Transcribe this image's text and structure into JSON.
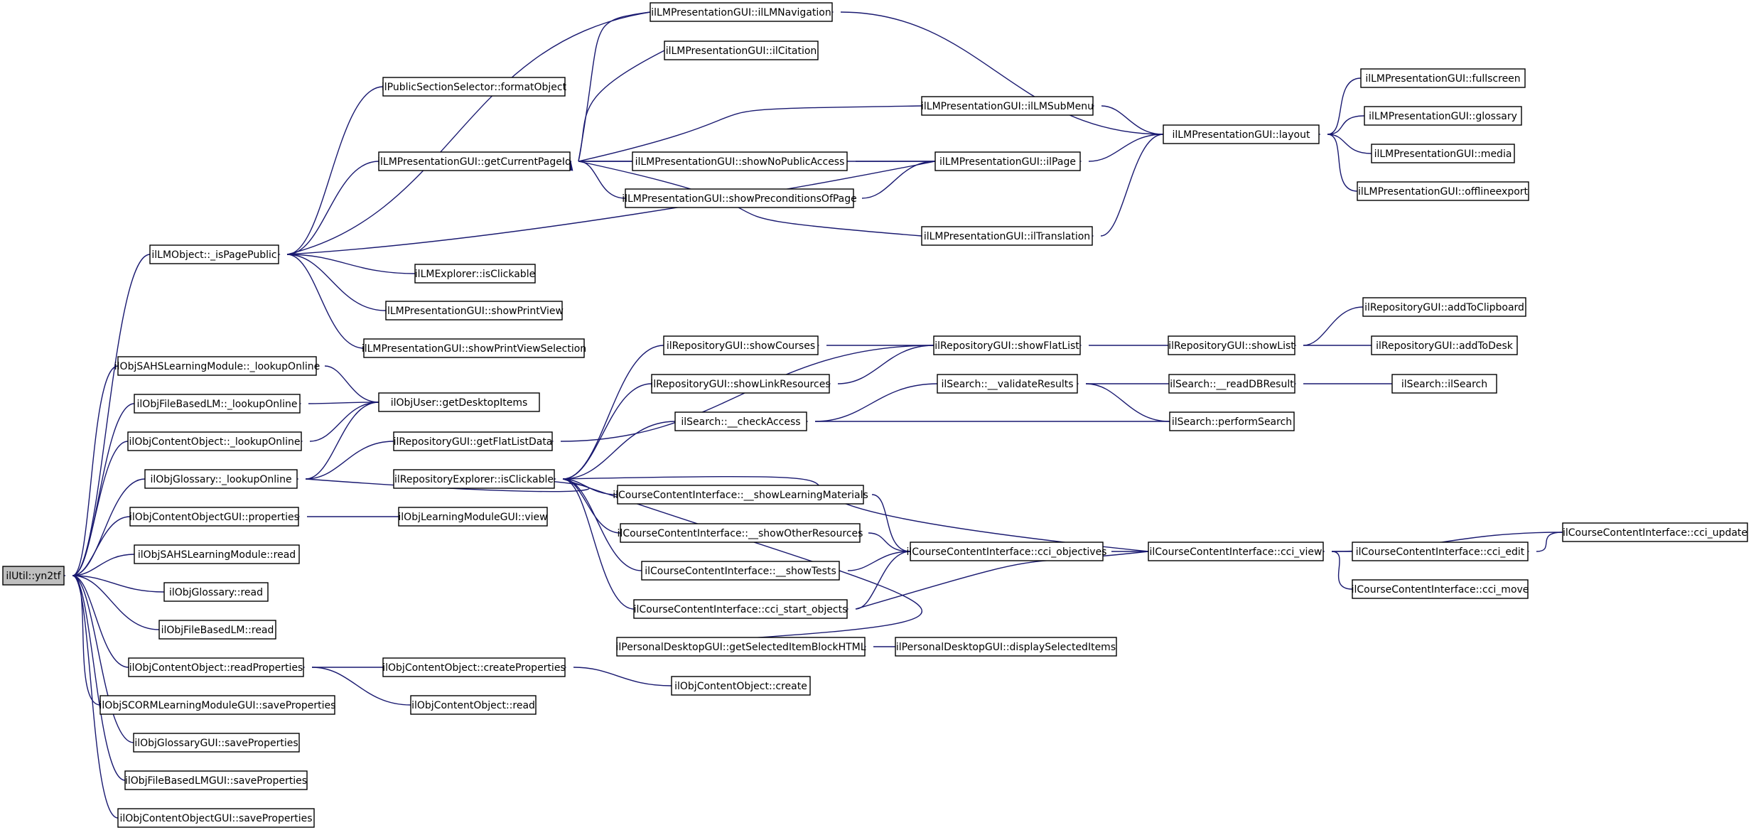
{
  "colors": {
    "edge": "#191970",
    "root_fill": "#bfbfbf",
    "node_fill": "#ffffff",
    "border": "#000000"
  },
  "root": "ilUtil::yn2tf",
  "nodes": [
    "ilUtil::yn2tf",
    "ilLMObject::_isPagePublic",
    "ilObjSAHSLearningModule::_lookupOnline",
    "ilObjFileBasedLM::_lookupOnline",
    "ilObjContentObject::_lookupOnline",
    "ilObjGlossary::_lookupOnline",
    "ilObjContentObjectGUI::properties",
    "ilObjSAHSLearningModule::read",
    "ilObjGlossary::read",
    "ilObjFileBasedLM::read",
    "ilObjContentObject::readProperties",
    "ilObjSCORMLearningModuleGUI::saveProperties",
    "ilObjGlossaryGUI::saveProperties",
    "ilObjFileBasedLMGUI::saveProperties",
    "ilObjContentObjectGUI::saveProperties",
    "ilPublicSectionSelector::formatObject",
    "ilLMPresentationGUI::getCurrentPageId",
    "ilLMExplorer::isClickable",
    "ilLMPresentationGUI::showPrintView",
    "ilLMPresentationGUI::showPrintViewSelection",
    "ilObjUser::getDesktopItems",
    "ilRepositoryGUI::getFlatListData",
    "ilRepositoryExplorer::isClickable",
    "ilObjLearningModuleGUI::view",
    "ilObjContentObject::createProperties",
    "ilObjContentObject::read",
    "ilObjContentObject::create",
    "ilLMPresentationGUI::ilLMNavigation",
    "ilLMPresentationGUI::ilCitation",
    "ilLMPresentationGUI::ilLMSubMenu",
    "ilLMPresentationGUI::showNoPublicAccess",
    "ilLMPresentationGUI::showPreconditionsOfPage",
    "ilLMPresentationGUI::ilPage",
    "ilLMPresentationGUI::ilTranslation",
    "ilLMPresentationGUI::layout",
    "ilLMPresentationGUI::fullscreen",
    "ilLMPresentationGUI::glossary",
    "ilLMPresentationGUI::media",
    "ilLMPresentationGUI::offlineexport",
    "ilRepositoryGUI::showCourses",
    "ilRepositoryGUI::showLinkResources",
    "ilSearch::__checkAccess",
    "ilRepositoryGUI::showFlatList",
    "ilRepositoryGUI::showList",
    "ilRepositoryGUI::addToClipboard",
    "ilRepositoryGUI::addToDesk",
    "ilSearch::__validateResults",
    "ilSearch::__readDBResult",
    "ilSearch::ilSearch",
    "ilSearch::performSearch",
    "ilCourseContentInterface::__showLearningMaterials",
    "ilCourseContentInterface::__showOtherResources",
    "ilCourseContentInterface::__showTests",
    "ilCourseContentInterface::cci_start_objects",
    "ilCourseContentInterface::cci_objectives",
    "ilCourseContentInterface::cci_view",
    "ilCourseContentInterface::cci_edit",
    "ilCourseContentInterface::cci_move",
    "ilCourseContentInterface::cci_update",
    "ilPersonalDesktopGUI::getSelectedItemBlockHTML",
    "ilPersonalDesktopGUI::displaySelectedItems"
  ],
  "edges": [
    [
      "ilLMObject::_isPagePublic",
      "ilUtil::yn2tf"
    ],
    [
      "ilObjSAHSLearningModule::_lookupOnline",
      "ilUtil::yn2tf"
    ],
    [
      "ilObjFileBasedLM::_lookupOnline",
      "ilUtil::yn2tf"
    ],
    [
      "ilObjContentObject::_lookupOnline",
      "ilUtil::yn2tf"
    ],
    [
      "ilObjGlossary::_lookupOnline",
      "ilUtil::yn2tf"
    ],
    [
      "ilObjContentObjectGUI::properties",
      "ilUtil::yn2tf"
    ],
    [
      "ilObjSAHSLearningModule::read",
      "ilUtil::yn2tf"
    ],
    [
      "ilObjGlossary::read",
      "ilUtil::yn2tf"
    ],
    [
      "ilObjFileBasedLM::read",
      "ilUtil::yn2tf"
    ],
    [
      "ilObjContentObject::readProperties",
      "ilUtil::yn2tf"
    ],
    [
      "ilObjSCORMLearningModuleGUI::saveProperties",
      "ilUtil::yn2tf"
    ],
    [
      "ilObjGlossaryGUI::saveProperties",
      "ilUtil::yn2tf"
    ],
    [
      "ilObjFileBasedLMGUI::saveProperties",
      "ilUtil::yn2tf"
    ],
    [
      "ilObjContentObjectGUI::saveProperties",
      "ilUtil::yn2tf"
    ],
    [
      "ilPublicSectionSelector::formatObject",
      "ilLMObject::_isPagePublic"
    ],
    [
      "ilLMPresentationGUI::getCurrentPageId",
      "ilLMObject::_isPagePublic"
    ],
    [
      "ilLMExplorer::isClickable",
      "ilLMObject::_isPagePublic"
    ],
    [
      "ilLMPresentationGUI::showPrintView",
      "ilLMObject::_isPagePublic"
    ],
    [
      "ilLMPresentationGUI::showPrintViewSelection",
      "ilLMObject::_isPagePublic"
    ],
    [
      "ilLMPresentationGUI::ilLMNavigation",
      "ilLMObject::_isPagePublic"
    ],
    [
      "ilLMPresentationGUI::ilPage",
      "ilLMObject::_isPagePublic"
    ],
    [
      "ilLMPresentationGUI::ilLMNavigation",
      "ilLMPresentationGUI::getCurrentPageId"
    ],
    [
      "ilLMPresentationGUI::ilCitation",
      "ilLMPresentationGUI::getCurrentPageId"
    ],
    [
      "ilLMPresentationGUI::ilLMSubMenu",
      "ilLMPresentationGUI::getCurrentPageId"
    ],
    [
      "ilLMPresentationGUI::showNoPublicAccess",
      "ilLMPresentationGUI::getCurrentPageId"
    ],
    [
      "ilLMPresentationGUI::ilPage",
      "ilLMPresentationGUI::getCurrentPageId"
    ],
    [
      "ilLMPresentationGUI::showPreconditionsOfPage",
      "ilLMPresentationGUI::getCurrentPageId"
    ],
    [
      "ilLMPresentationGUI::ilTranslation",
      "ilLMPresentationGUI::getCurrentPageId"
    ],
    [
      "ilLMPresentationGUI::ilPage",
      "ilLMPresentationGUI::showNoPublicAccess"
    ],
    [
      "ilLMPresentationGUI::ilPage",
      "ilLMPresentationGUI::showPreconditionsOfPage"
    ],
    [
      "ilLMPresentationGUI::layout",
      "ilLMPresentationGUI::ilLMNavigation"
    ],
    [
      "ilLMPresentationGUI::layout",
      "ilLMPresentationGUI::ilLMSubMenu"
    ],
    [
      "ilLMPresentationGUI::layout",
      "ilLMPresentationGUI::ilPage"
    ],
    [
      "ilLMPresentationGUI::layout",
      "ilLMPresentationGUI::ilTranslation"
    ],
    [
      "ilLMPresentationGUI::fullscreen",
      "ilLMPresentationGUI::layout"
    ],
    [
      "ilLMPresentationGUI::glossary",
      "ilLMPresentationGUI::layout"
    ],
    [
      "ilLMPresentationGUI::media",
      "ilLMPresentationGUI::layout"
    ],
    [
      "ilLMPresentationGUI::offlineexport",
      "ilLMPresentationGUI::layout"
    ],
    [
      "ilObjUser::getDesktopItems",
      "ilObjSAHSLearningModule::_lookupOnline"
    ],
    [
      "ilObjUser::getDesktopItems",
      "ilObjFileBasedLM::_lookupOnline"
    ],
    [
      "ilObjUser::getDesktopItems",
      "ilObjContentObject::_lookupOnline"
    ],
    [
      "ilObjUser::getDesktopItems",
      "ilObjGlossary::_lookupOnline"
    ],
    [
      "ilRepositoryGUI::getFlatListData",
      "ilObjGlossary::_lookupOnline"
    ],
    [
      "ilRepositoryExplorer::isClickable",
      "ilObjGlossary::_lookupOnline"
    ],
    [
      "ilObjLearningModuleGUI::view",
      "ilObjContentObjectGUI::properties"
    ],
    [
      "ilObjContentObject::createProperties",
      "ilObjContentObject::readProperties"
    ],
    [
      "ilObjContentObject::read",
      "ilObjContentObject::readProperties"
    ],
    [
      "ilObjContentObject::create",
      "ilObjContentObject::createProperties"
    ],
    [
      "ilRepositoryGUI::showFlatList",
      "ilRepositoryGUI::getFlatListData"
    ],
    [
      "ilRepositoryGUI::showCourses",
      "ilRepositoryExplorer::isClickable"
    ],
    [
      "ilRepositoryGUI::showLinkResources",
      "ilRepositoryExplorer::isClickable"
    ],
    [
      "ilSearch::__checkAccess",
      "ilRepositoryExplorer::isClickable"
    ],
    [
      "ilCourseContentInterface::__showLearningMaterials",
      "ilRepositoryExplorer::isClickable"
    ],
    [
      "ilCourseContentInterface::__showOtherResources",
      "ilRepositoryExplorer::isClickable"
    ],
    [
      "ilCourseContentInterface::__showTests",
      "ilRepositoryExplorer::isClickable"
    ],
    [
      "ilCourseContentInterface::cci_start_objects",
      "ilRepositoryExplorer::isClickable"
    ],
    [
      "ilPersonalDesktopGUI::getSelectedItemBlockHTML",
      "ilRepositoryExplorer::isClickable"
    ],
    [
      "ilCourseContentInterface::cci_view",
      "ilRepositoryExplorer::isClickable"
    ],
    [
      "ilRepositoryGUI::showFlatList",
      "ilRepositoryGUI::showCourses"
    ],
    [
      "ilRepositoryGUI::showFlatList",
      "ilRepositoryGUI::showLinkResources"
    ],
    [
      "ilRepositoryGUI::showList",
      "ilRepositoryGUI::showFlatList"
    ],
    [
      "ilRepositoryGUI::addToClipboard",
      "ilRepositoryGUI::showList"
    ],
    [
      "ilRepositoryGUI::addToDesk",
      "ilRepositoryGUI::showList"
    ],
    [
      "ilSearch::__validateResults",
      "ilSearch::__checkAccess"
    ],
    [
      "ilSearch::performSearch",
      "ilSearch::__checkAccess"
    ],
    [
      "ilSearch::__readDBResult",
      "ilSearch::__validateResults"
    ],
    [
      "ilSearch::performSearch",
      "ilSearch::__validateResults"
    ],
    [
      "ilSearch::ilSearch",
      "ilSearch::__readDBResult"
    ],
    [
      "ilCourseContentInterface::cci_objectives",
      "ilCourseContentInterface::__showLearningMaterials"
    ],
    [
      "ilCourseContentInterface::cci_objectives",
      "ilCourseContentInterface::__showOtherResources"
    ],
    [
      "ilCourseContentInterface::cci_objectives",
      "ilCourseContentInterface::__showTests"
    ],
    [
      "ilCourseContentInterface::cci_objectives",
      "ilCourseContentInterface::cci_start_objects"
    ],
    [
      "ilCourseContentInterface::cci_view",
      "ilCourseContentInterface::cci_start_objects"
    ],
    [
      "ilCourseContentInterface::cci_view",
      "ilCourseContentInterface::cci_objectives"
    ],
    [
      "ilCourseContentInterface::cci_edit",
      "ilCourseContentInterface::cci_view"
    ],
    [
      "ilCourseContentInterface::cci_move",
      "ilCourseContentInterface::cci_view"
    ],
    [
      "ilCourseContentInterface::cci_update",
      "ilCourseContentInterface::cci_view"
    ],
    [
      "ilCourseContentInterface::cci_update",
      "ilCourseContentInterface::cci_edit"
    ],
    [
      "ilPersonalDesktopGUI::displaySelectedItems",
      "ilPersonalDesktopGUI::getSelectedItemBlockHTML"
    ]
  ]
}
